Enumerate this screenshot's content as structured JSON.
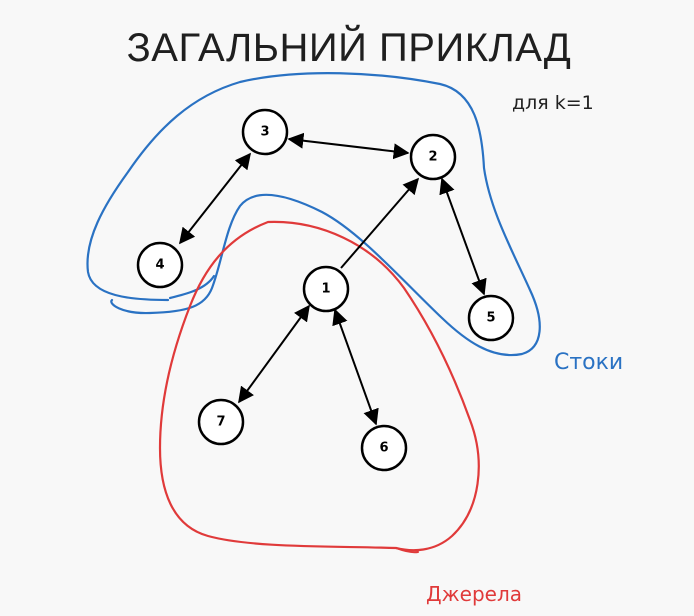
{
  "title": "ЗАГАЛЬНИЙ ПРИКЛАД",
  "subtitle": "для k=1",
  "regions": {
    "sinks": {
      "label": "Стоки",
      "color": "#2a72c3"
    },
    "sources": {
      "label": "Джерела",
      "color": "#e03a3a"
    }
  },
  "nodes": [
    {
      "id": "1",
      "label": "1"
    },
    {
      "id": "2",
      "label": "2"
    },
    {
      "id": "3",
      "label": "3"
    },
    {
      "id": "4",
      "label": "4"
    },
    {
      "id": "5",
      "label": "5"
    },
    {
      "id": "6",
      "label": "6"
    },
    {
      "id": "7",
      "label": "7"
    }
  ],
  "edges": [
    {
      "from": "3",
      "to": "2",
      "bidirectional": true
    },
    {
      "from": "3",
      "to": "4",
      "bidirectional": true
    },
    {
      "from": "1",
      "to": "2",
      "bidirectional": false
    },
    {
      "from": "2",
      "to": "5",
      "bidirectional": true
    },
    {
      "from": "1",
      "to": "7",
      "bidirectional": true
    },
    {
      "from": "1",
      "to": "6",
      "bidirectional": true
    }
  ]
}
